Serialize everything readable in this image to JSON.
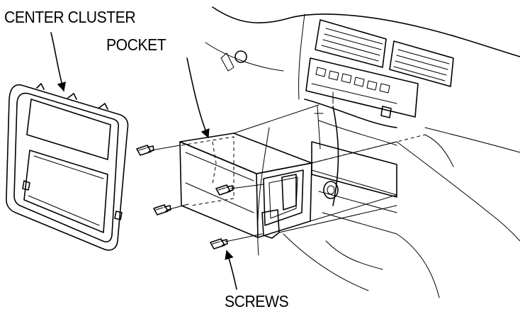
{
  "labels": {
    "center_cluster": "CENTER CLUSTER",
    "pocket": "POCKET",
    "screws": "SCREWS"
  },
  "colors": {
    "line": "#000000",
    "background": "#ffffff"
  }
}
